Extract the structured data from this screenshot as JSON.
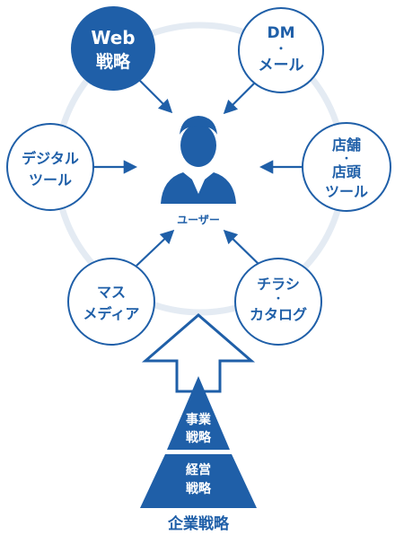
{
  "colors": {
    "primary": "#1F5FA8",
    "ring": "#E4EBF3",
    "white": "#FFFFFF"
  },
  "nodes": {
    "web": {
      "line1": "Web",
      "line2": "戦略",
      "icon": "none"
    },
    "dm": {
      "line1": "DM",
      "dot": "・",
      "line2": "メール"
    },
    "digital": {
      "line1": "デジタル",
      "line2": "ツール"
    },
    "store": {
      "line1": "店舗",
      "dot": "・",
      "line2": "店頭",
      "line3": "ツール"
    },
    "mass": {
      "line1": "マス",
      "line2": "メディア"
    },
    "flyer": {
      "line1": "チラシ",
      "dot": "・",
      "line2": "カタログ"
    }
  },
  "center": {
    "label": "ユーザー",
    "icon": "user-icon"
  },
  "pyramid": {
    "top_line1": "事業",
    "top_line2": "戦略",
    "bottom_line1": "経営",
    "bottom_line2": "戦略"
  },
  "footer": {
    "title": "企業戦略"
  }
}
